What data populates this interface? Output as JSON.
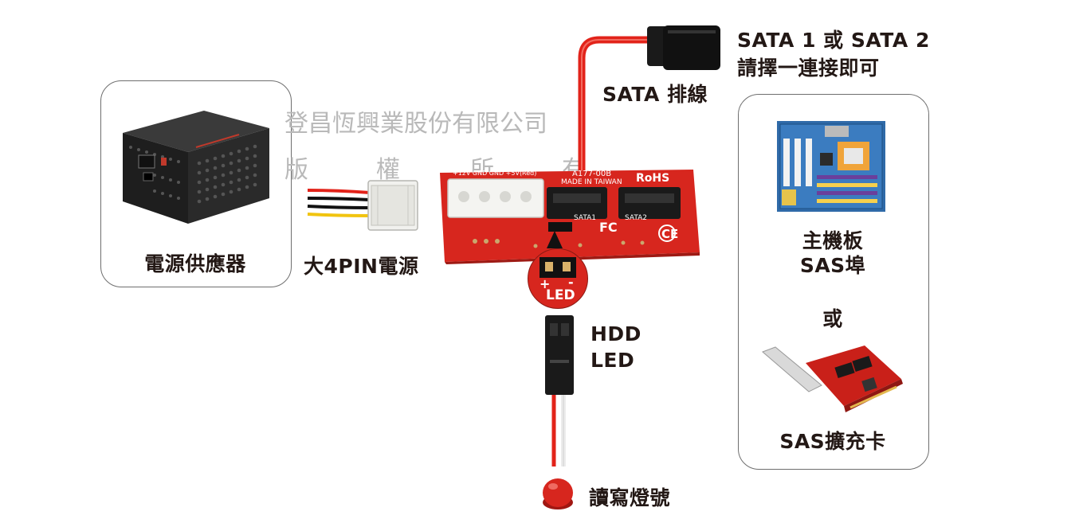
{
  "labels": {
    "psu": "電源供應器",
    "power_cable": "大4PIN電源",
    "sata_cable": "SATA 排線",
    "sata_note_line1": "SATA 1 或 SATA 2",
    "sata_note_line2": "請擇一連接即可",
    "mobo_line1": "主機板",
    "mobo_line2": "SAS埠",
    "or": "或",
    "sas_card": "SAS擴充卡",
    "hdd_led_line1": "HDD",
    "hdd_led_line2": "LED",
    "rw_light": "讀寫燈號"
  },
  "watermark": {
    "line1": "登昌恆興業股份有限公司",
    "line2_chars": [
      "版",
      "權",
      "所",
      "有"
    ]
  },
  "board": {
    "model_text": "A177-00B",
    "made_in": "MADE IN TAIWAN",
    "rohs": "RoHS",
    "sata1": "SATA1",
    "sata2": "SATA2",
    "pin_labels": "+12V  GND  GND  +5V(Red)",
    "jumper_label": "LED",
    "plus_sign": "+",
    "minus_sign": "-"
  },
  "colors": {
    "board_red": "#d7261e",
    "cable_red": "#e2231a",
    "frame_gray": "#6e6e6e"
  }
}
